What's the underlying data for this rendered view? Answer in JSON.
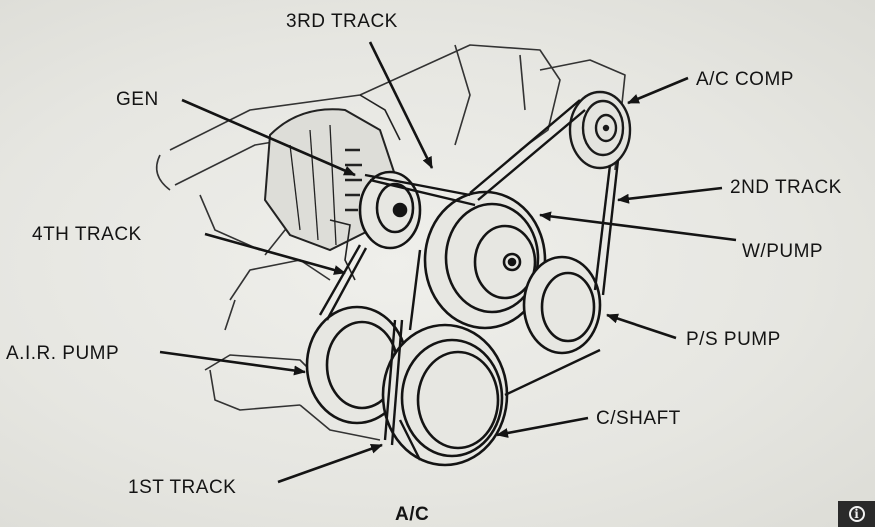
{
  "labels": {
    "third_track": "3RD TRACK",
    "ac_comp": "A/C COMP",
    "gen": "GEN",
    "second_track": "2ND TRACK",
    "fourth_track": "4TH TRACK",
    "wpump": "W/PUMP",
    "ps_pump": "P/S PUMP",
    "air_pump": "A.I.R. PUMP",
    "cshaft": "C/SHAFT",
    "first_track": "1ST TRACK"
  },
  "caption": "A/C",
  "info_button": {
    "icon": "info-icon",
    "glyph": "i"
  },
  "colors": {
    "ink": "#141414",
    "paper": "#e8e8e4"
  }
}
